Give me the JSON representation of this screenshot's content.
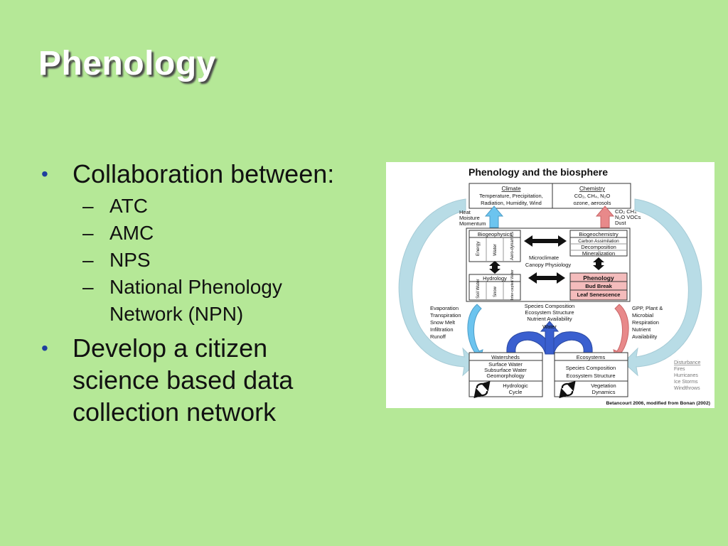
{
  "slide": {
    "title": "Phenology",
    "bullets": [
      {
        "text": "Collaboration between:",
        "subs": [
          "ATC",
          "AMC",
          "NPS",
          "National Phenology",
          "Network (NPN)"
        ]
      },
      {
        "text_lines": [
          "Develop a citizen",
          "science based data",
          "collection network"
        ]
      }
    ]
  },
  "figure": {
    "title": "Phenology and the biosphere",
    "climate": {
      "head": "Climate",
      "l1": "Temperature, Precipitation,",
      "l2": "Radiation, Humidity, Wind"
    },
    "chemistry": {
      "head": "Chemistry",
      "l1": "CO₂, CH₄, N₂O",
      "l2": "ozone, aerosols"
    },
    "heat": [
      "Heat",
      "Moisture",
      "Momentum"
    ],
    "co2": [
      "CO₂ CH₄",
      "N₂O VOCs",
      "Dust"
    ],
    "biogeophysics": {
      "head": "Biogeophysics",
      "cols": [
        "Energy",
        "Water",
        "Aero-dynamics"
      ]
    },
    "biogeochemistry": {
      "head": "Biogeochemistry",
      "rows": [
        "Carbon Assimilation",
        "Decomposition",
        "Mineralization"
      ]
    },
    "microclimate": [
      "Microclimate",
      "Canopy Physiology"
    ],
    "hydrology": {
      "head": "Hydrology",
      "cols": [
        "Soil Water",
        "Snow",
        "Inter-cepted Water"
      ]
    },
    "phenology": {
      "head": "Phenology",
      "rows": [
        "Bud Break",
        "Leaf Senescence"
      ]
    },
    "evaporation": [
      "Evaporation",
      "Transpiration",
      "Snow Melt",
      "Infiltration",
      "Runoff"
    ],
    "species": [
      "Species Composition",
      "Ecosystem Structure",
      "Nutrient Availability",
      "Water"
    ],
    "gpp": [
      "GPP, Plant &",
      "Microbial",
      "Respiration",
      "Nutrient",
      "Availability"
    ],
    "watersheds": {
      "head": "Watersheds",
      "rows": [
        "Surface Water",
        "Subsurface Water",
        "Geomorphology"
      ],
      "cycle": [
        "Hydrologic",
        "Cycle"
      ]
    },
    "ecosystems": {
      "head": "Ecosystems",
      "rows": [
        "Species Composition",
        "Ecosystem Structure"
      ],
      "cycle": [
        "Vegetation",
        "Dynamics"
      ]
    },
    "disturbance": [
      "Disturbance",
      "Fires",
      "Hurricanes",
      "Ice Storms",
      "Windthrows"
    ],
    "credit": "Betancourt 2006, modified from Bonan (2002)",
    "colors": {
      "blue_arrow": "#3a5fcf",
      "light_blue": "#6cc4ef",
      "pale_blue": "#b8dce6",
      "red_arrow": "#e8898a",
      "phenology_fill": "#f4bcbc",
      "bg": "#b5e897"
    }
  }
}
